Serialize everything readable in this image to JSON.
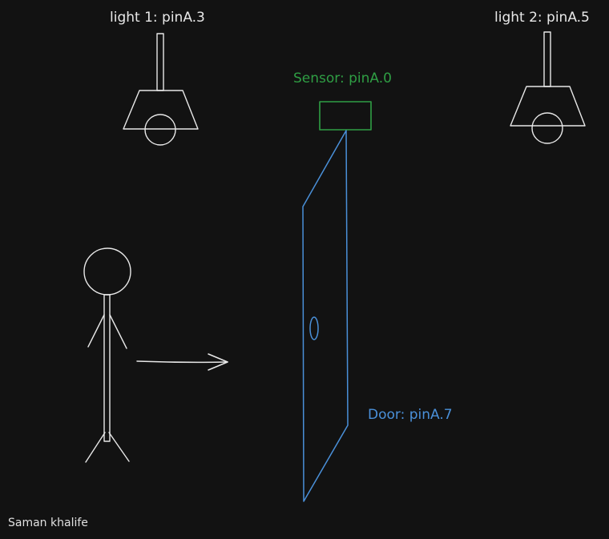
{
  "labels": {
    "light1": "light 1: pinA.3",
    "light2": "light 2: pinA.5",
    "sensor": "Sensor: pinA.0",
    "door": "Door: pinA.7",
    "author": "Saman khalife"
  },
  "colors": {
    "background": "#121212",
    "stroke": "#e8e8e8",
    "sensor": "#2f9e44",
    "door": "#4a90d9"
  }
}
